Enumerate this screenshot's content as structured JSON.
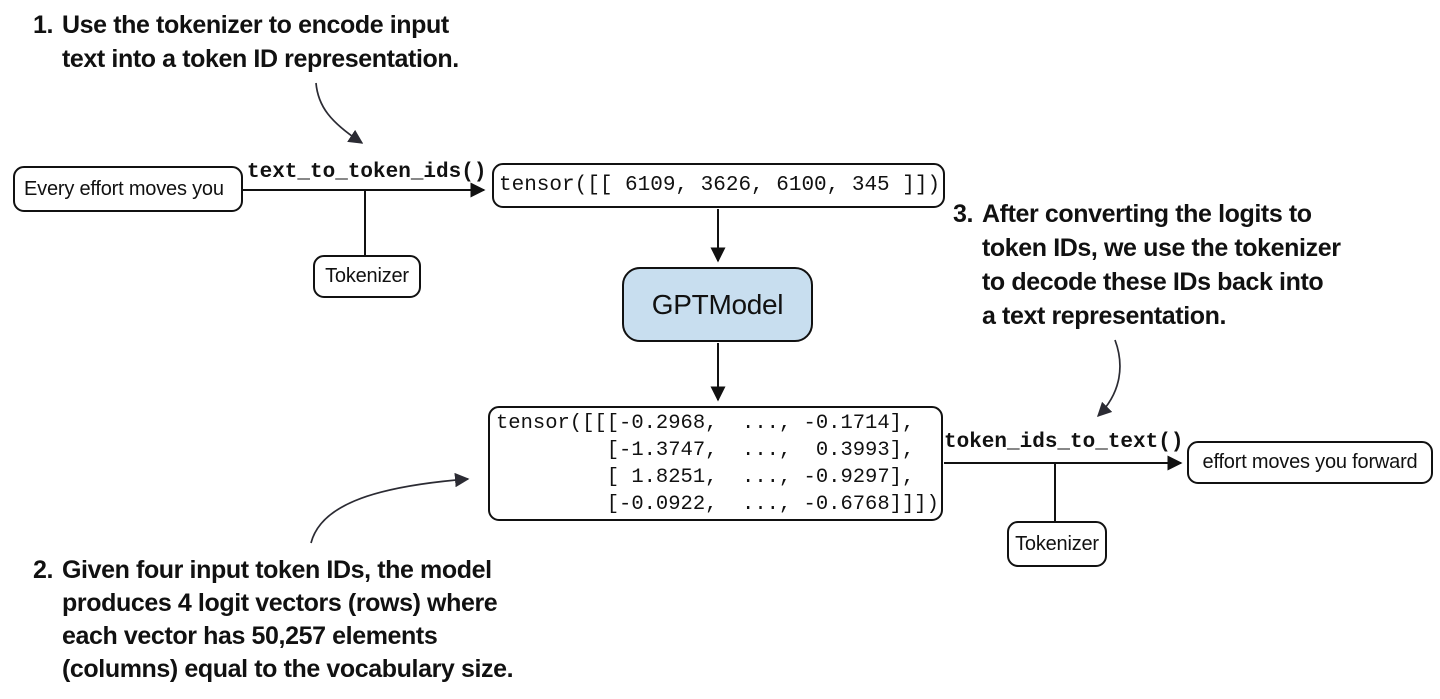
{
  "figure": {
    "annotations": {
      "step1": {
        "number": "1.",
        "lines": [
          "Use the tokenizer to encode input",
          "text into a token ID representation."
        ]
      },
      "step2": {
        "number": "2.",
        "lines": [
          "Given four input token IDs, the model",
          "produces 4 logit vectors (rows) where",
          "each vector has 50,257 elements",
          "(columns) equal to the vocabulary size."
        ]
      },
      "step3": {
        "number": "3.",
        "lines": [
          "After converting the logits to",
          "token IDs, we use the tokenizer",
          "to decode these IDs back into",
          "a text representation."
        ]
      }
    },
    "nodes": {
      "input_text": "Every effort moves you",
      "tokenizer_encode": "Tokenizer",
      "token_ids": "tensor([[ 6109, 3626, 6100, 345 ]])",
      "model": "GPTModel",
      "logits_lines": [
        "tensor([[[-0.2968,  ..., -0.1714],",
        "         [-1.3747,  ...,  0.3993],",
        "         [ 1.8251,  ..., -0.9297],",
        "         [-0.0922,  ..., -0.6768]]])"
      ],
      "tokenizer_decode": "Tokenizer",
      "output_text": "effort moves you forward"
    },
    "function_labels": {
      "encode": "text_to_token_ids()",
      "decode": "token_ids_to_text()"
    },
    "colors": {
      "model_fill": "#c8deef",
      "box_border": "#111111",
      "flow_arrow": "#111111",
      "annotation_arrow": "#2b2b33"
    }
  }
}
